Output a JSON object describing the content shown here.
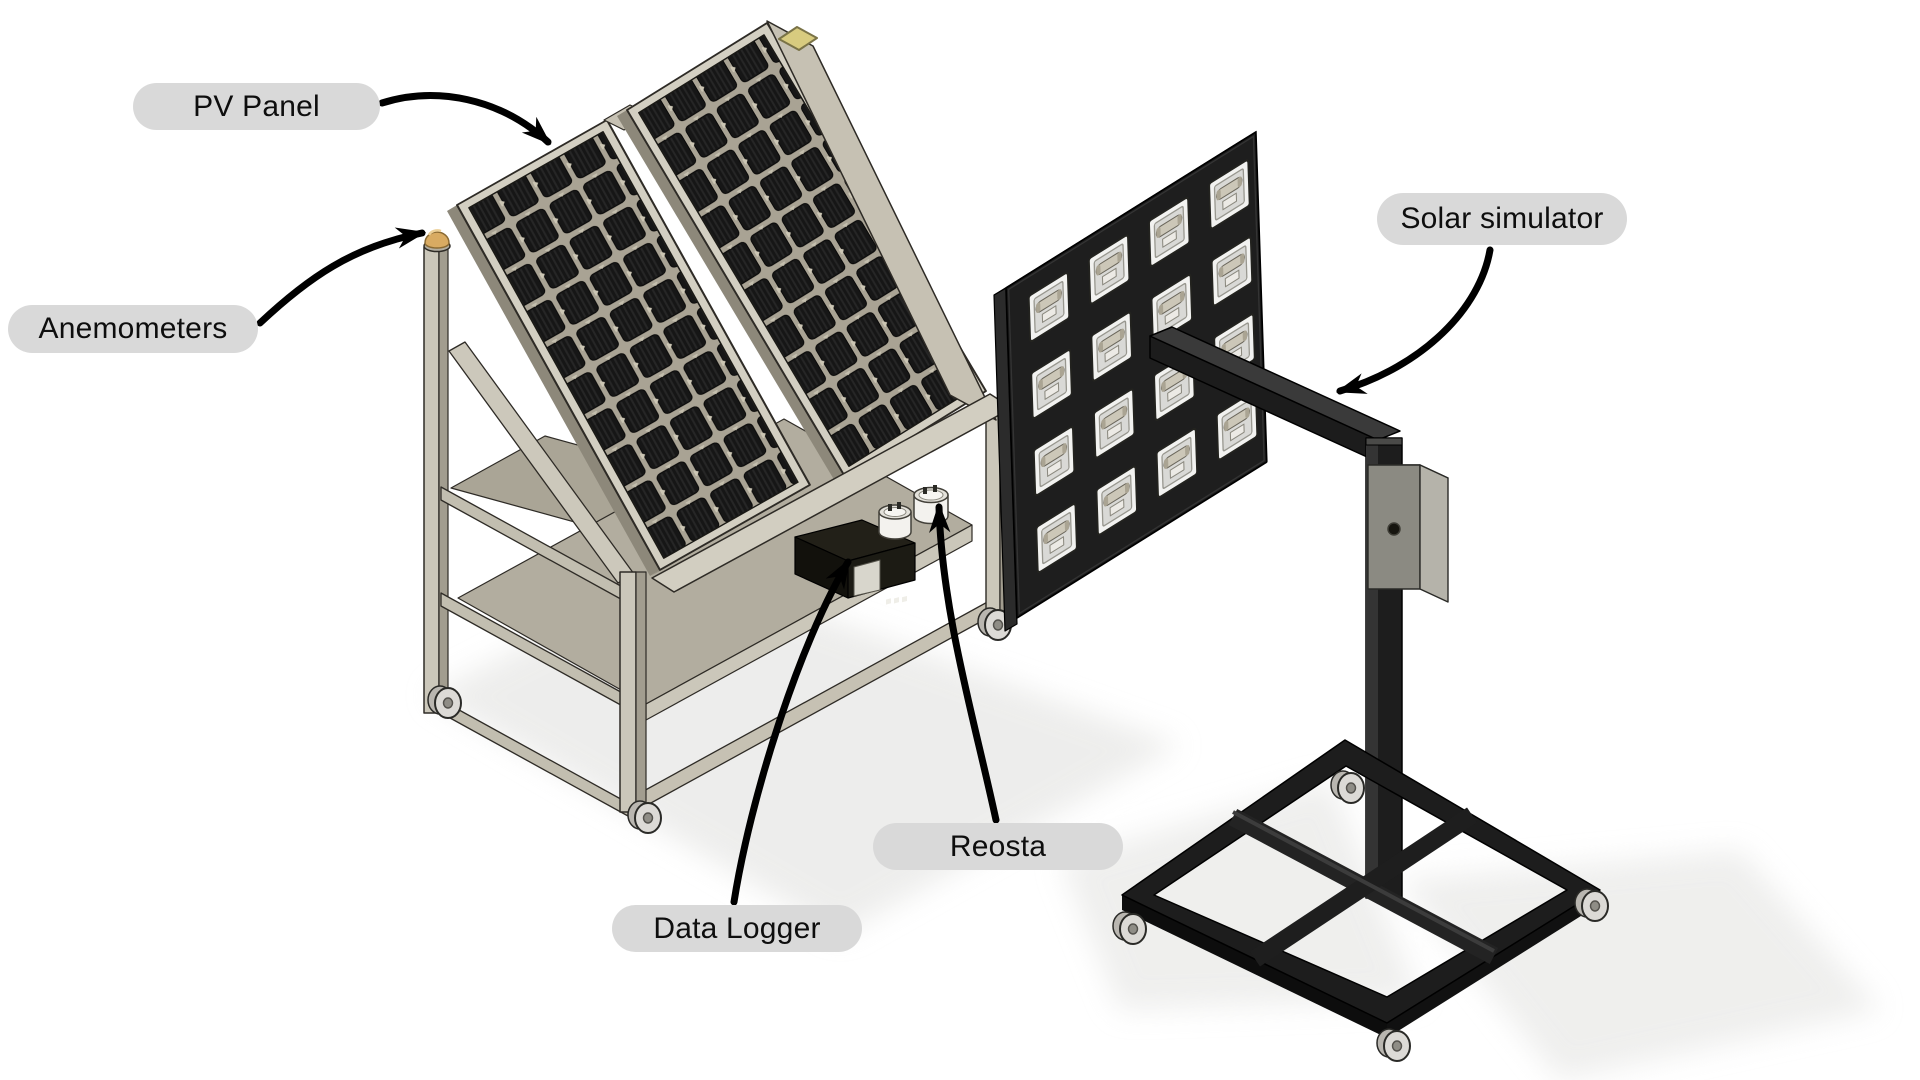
{
  "scene": {
    "description": "Labeled CAD diagram of a PV panel wind/solar test rig with a solar simulator on a rolling stand",
    "labels": {
      "pv_panel": {
        "text": "PV Panel"
      },
      "anemometers": {
        "text": "Anemometers"
      },
      "solar_simulator": {
        "text": "Solar simulator"
      },
      "reosta": {
        "text": "Reosta"
      },
      "data_logger": {
        "text": "Data Logger"
      }
    },
    "colors": {
      "background": "#ffffff",
      "label_bg": "#d9d9d9",
      "label_text": "#0e0e0e",
      "arrow": "#000000",
      "rig_frame_light": "#d3cfc2",
      "rig_frame_mid": "#c6c1b3",
      "rig_frame_dark": "#a29d8f",
      "pv_cell_dark": "#171717",
      "simulator_black": "#1e1e1e",
      "lamp_frame_white": "#f2f2f0",
      "anemometer_tan": "#d9ab62",
      "top_plate_yellow": "#d8cb7f",
      "caster_gray": "#dcdad6",
      "shadow_gray": "#e2e2e0"
    }
  }
}
